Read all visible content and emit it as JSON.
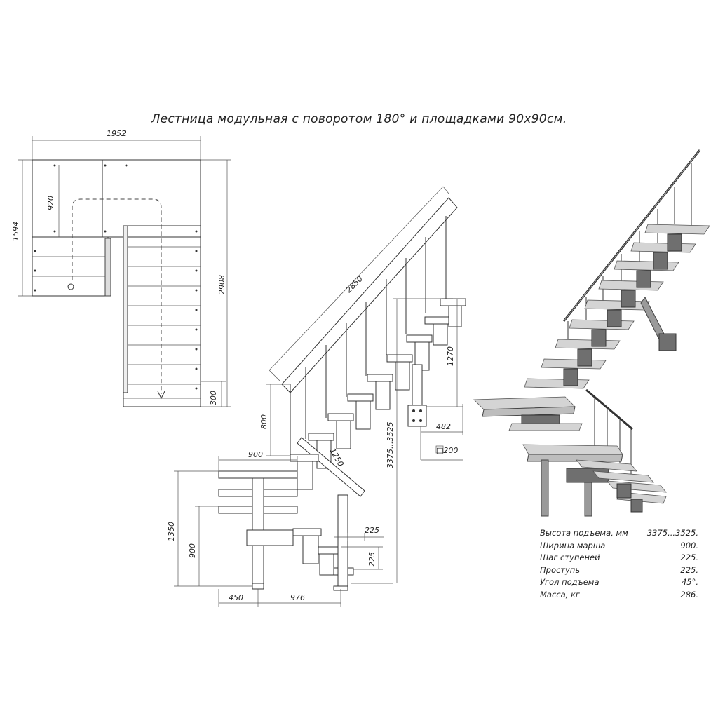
{
  "title": "Лестница модульная с поворотом 180° и площадками 90x90см.",
  "plan_dims": {
    "width": "1952",
    "height_left": "1594",
    "height_right": "2908",
    "landing_depth": "920",
    "last_step": "300"
  },
  "side_dims": {
    "rail_length": "2850",
    "post_height": "1270",
    "rail_height": "800",
    "landing_width": "900",
    "width_1250": "1250",
    "total_height": "3375...3525",
    "offset_482": "482",
    "post_section": "□200",
    "landing_height": "1350",
    "platform_900": "900",
    "going": "225",
    "rise": "225",
    "base_450": "450",
    "base_976": "976"
  },
  "specs": [
    {
      "label": "Высота подъема, мм",
      "value": "3375...3525."
    },
    {
      "label": "Ширина марша",
      "value": "900."
    },
    {
      "label": "Шаг ступеней",
      "value": "225."
    },
    {
      "label": "Проступь",
      "value": "225."
    },
    {
      "label": "Угол подъема",
      "value": "45°."
    },
    {
      "label": "Масса, кг",
      "value": "286."
    }
  ],
  "colors": {
    "line": "#333333",
    "metal": "#9a9a9a",
    "tread": "#bdbdbd"
  }
}
